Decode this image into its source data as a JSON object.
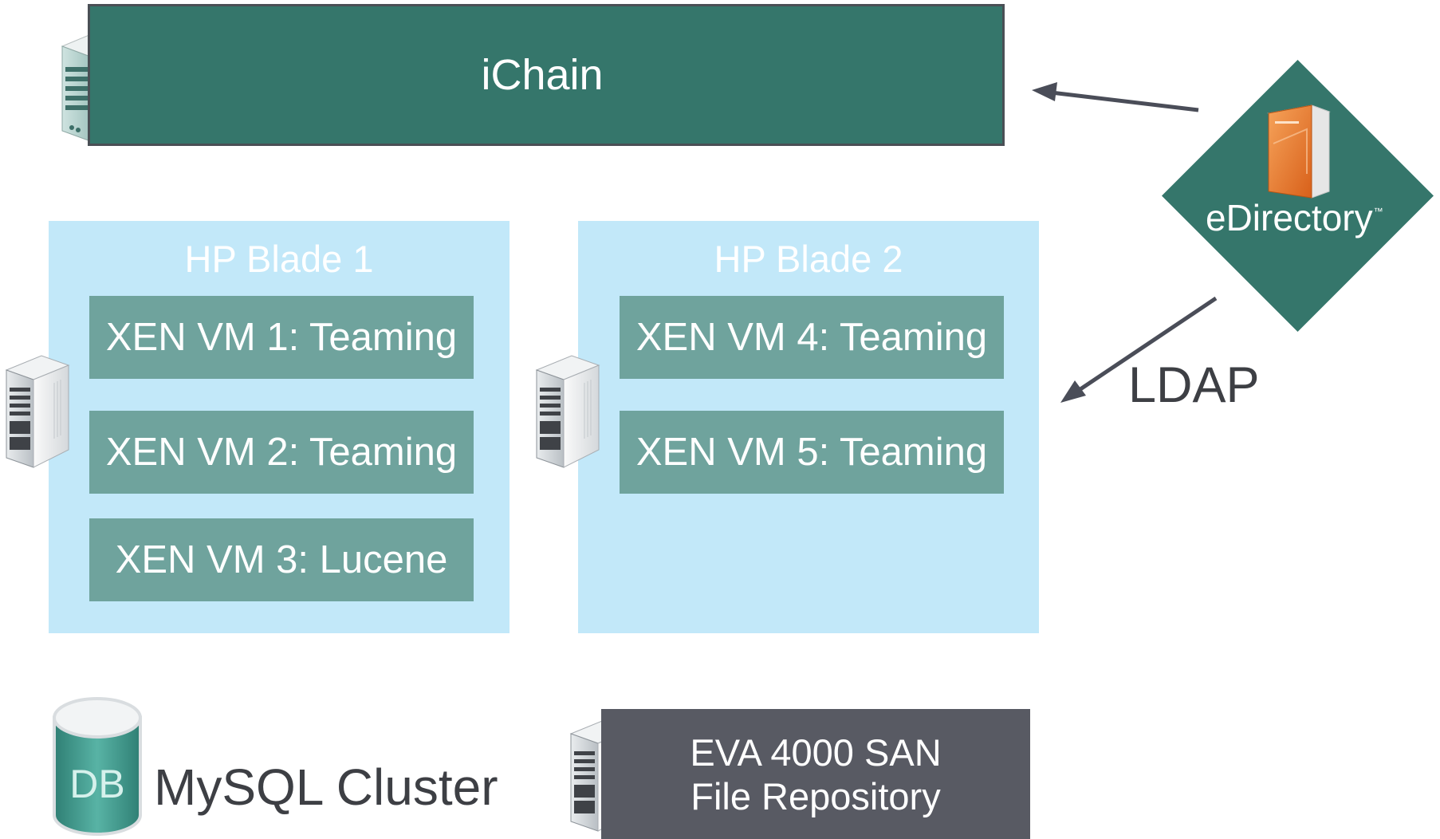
{
  "ichain": {
    "label": "iChain"
  },
  "blades": [
    {
      "title": "HP Blade 1",
      "vms": [
        "XEN VM 1: Teaming",
        "XEN VM 2: Teaming",
        "XEN VM 3: Lucene"
      ]
    },
    {
      "title": "HP Blade 2",
      "vms": [
        "XEN VM 4: Teaming",
        "XEN VM 5: Teaming"
      ]
    }
  ],
  "edirectory": {
    "label": "eDirectory",
    "trademark": "™"
  },
  "ldap": {
    "label": "LDAP"
  },
  "mysql": {
    "label": "MySQL Cluster",
    "db_icon_text": "DB"
  },
  "san": {
    "line1": "EVA 4000 SAN",
    "line2": "File Repository"
  },
  "colors": {
    "ichain_bar": "#35766b",
    "blade_bg": "#c2e8f9",
    "vm_box": "#6fa39d",
    "edirectory_diamond": "#35766b",
    "san_box": "#585a63",
    "arrow": "#4a4d58"
  },
  "icons": [
    "server-tower-icon",
    "server-rack-icon",
    "edirectory-box-icon",
    "database-cylinder-icon"
  ]
}
